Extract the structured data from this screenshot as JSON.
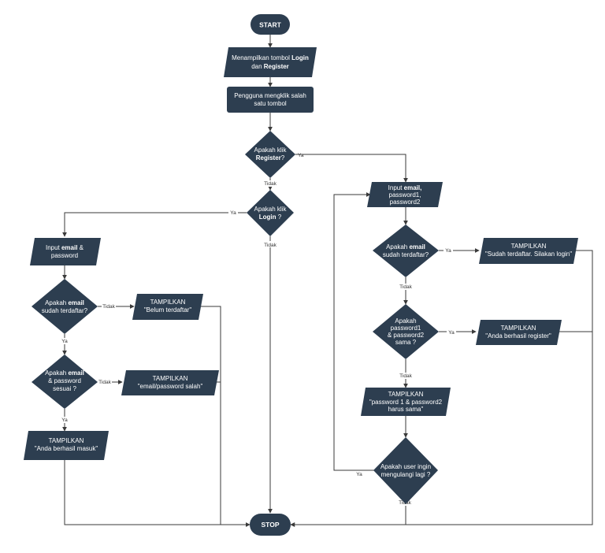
{
  "nodes": {
    "start": {
      "text": "START"
    },
    "show_buttons": {
      "line1_pre": "Menampilkan tombol ",
      "line1_bold": "Login",
      "line2_pre": "dan ",
      "line2_bold": "Register"
    },
    "user_click": {
      "line1": "Pengguna mengklik salah",
      "line2": "satu tombol"
    },
    "q_register": {
      "line1": "Apakah klik",
      "line2_bold": "Register",
      "line2_post": "?"
    },
    "q_login": {
      "line1": "Apakah klik",
      "line2_bold": "Login",
      "line2_post": " ?"
    },
    "input_login": {
      "line1_pre": "Input ",
      "line1_bold": "email",
      "line1_post": " &",
      "line2_bold": "password"
    },
    "q_email_registered_l": {
      "line1_pre": "Apakah ",
      "line1_bold": "email",
      "line2": "sudah terdaftar?"
    },
    "show_not_registered": {
      "line1": "TAMPILKAN",
      "line2": "\"Belum terdaftar\""
    },
    "q_email_pass_match": {
      "line1_pre": "Apakah ",
      "line1_bold": "email",
      "line2_bold": "& password",
      "line3": "sesuai ?"
    },
    "show_wrong": {
      "line1": "TAMPILKAN",
      "line2": "\"email/password salah\""
    },
    "show_login_ok": {
      "line1": "TAMPILKAN",
      "line2": "\"Anda berhasil masuk\""
    },
    "stop": {
      "text": "STOP"
    },
    "input_register": {
      "line1_pre": "Input ",
      "line1_bold": "email,",
      "line2_bold": "password1,",
      "line3_bold": "password2"
    },
    "q_email_registered_r": {
      "line1_pre": "Apakah ",
      "line1_bold": "email",
      "line2": "sudah terdaftar?"
    },
    "show_already": {
      "line1": "TAMPILKAN",
      "line2": "\"Sudah terdaftar. Silakan login\""
    },
    "q_pass_same": {
      "line1": "Apakah",
      "line2": "password1",
      "line3": "& password2",
      "line4": "sama ?"
    },
    "show_register_ok": {
      "line1": "TAMPILKAN",
      "line2": "\"Anda berhasil register\""
    },
    "show_pass_mismatch": {
      "line1": "TAMPILKAN",
      "line2": "\"password 1 & password2",
      "line3": "harus sama\""
    },
    "q_repeat": {
      "line1": "Apakah user ingin",
      "line2": "mengulangi lagi ?"
    }
  },
  "edge_labels": {
    "reg_yes": "Ya",
    "reg_no": "Tidak",
    "login_yes": "Ya",
    "login_no": "Tidak",
    "email_l_no": "Tidak",
    "email_l_yes": "Ya",
    "match_no": "Tidak",
    "match_yes": "Ya",
    "email_r_yes": "Ya",
    "email_r_no": "Tidak",
    "same_yes": "Ya",
    "same_no": "Tidak",
    "repeat_yes": "Ya",
    "repeat_no": "Tidak"
  },
  "colors": {
    "node_fill": "#2d3e50",
    "line": "#3a3a3a"
  }
}
